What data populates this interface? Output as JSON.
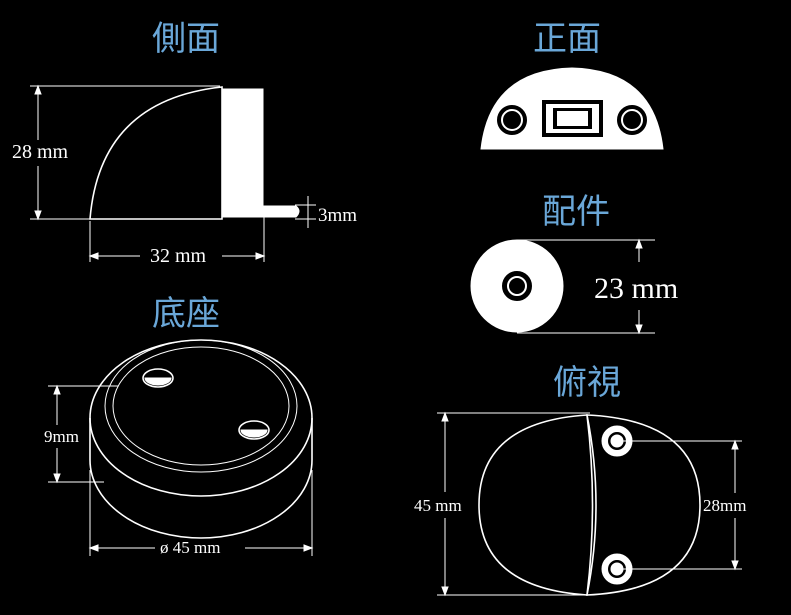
{
  "titles": {
    "side": "側面",
    "front": "正面",
    "parts": "配件",
    "base": "底座",
    "top": "俯視"
  },
  "dims": {
    "side_height": "28 mm",
    "side_lip": "3mm",
    "side_width": "32 mm",
    "parts_diameter": "23 mm",
    "base_height": "9mm",
    "base_diameter": "ø 45 mm",
    "top_height": "45 mm",
    "top_right": "28mm"
  },
  "colors": {
    "title": "#6aa7d8",
    "line": "#ffffff",
    "background": "#000000"
  }
}
